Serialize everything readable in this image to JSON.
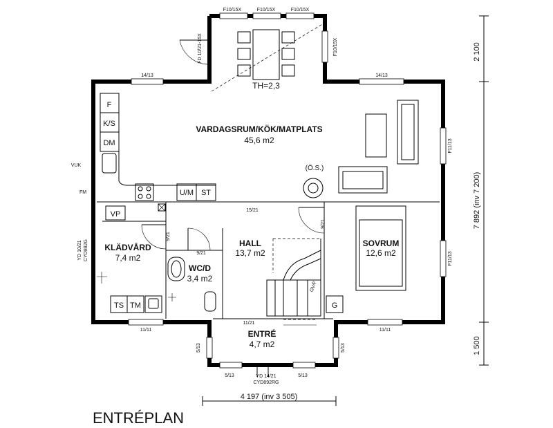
{
  "title": "ENTRÉPLAN",
  "rooms": {
    "living": {
      "name": "VARDAGSRUM/KÖK/MATPLATS",
      "area": "45,6 m2"
    },
    "hall": {
      "name": "HALL",
      "area": "13,7 m2"
    },
    "bedroom": {
      "name": "SOVRUM",
      "area": "12,6 m2"
    },
    "closet": {
      "name": "KLÄDVÅRD",
      "area": "7,4 m2"
    },
    "wc": {
      "name": "WC/D",
      "area": "3,4 m2"
    },
    "entry": {
      "name": "ENTRÉ",
      "area": "4,7 m2"
    }
  },
  "ceiling": "TH=2,3",
  "fixtures": {
    "f": "F",
    "ks": "K/S",
    "dm": "DM",
    "um": "U/M",
    "st": "ST",
    "vp": "VP",
    "ts": "TS",
    "tm": "TM",
    "g": "G",
    "os": "(Ö.S.)",
    "vuk": "VUK",
    "fm": "FM"
  },
  "windows": {
    "top1": "F10/15X",
    "top2": "F10/15X",
    "top3": "F10/15X",
    "left_upper": "14/13",
    "right_upper": "14/13",
    "right_mid1": "F11/13",
    "right_mid2": "F11/13",
    "bottom_left": "11/11",
    "bottom_right": "11/11",
    "entry_left_side": "5/13",
    "entry_right_side": "5/13",
    "entry_bottom_left": "5/13",
    "entry_bottom_right": "5/13",
    "bay_right": "F10/15X"
  },
  "doors": {
    "bay_door": "FD 10/21-15X",
    "living_hall": "15/21",
    "hall_closet": "9/21",
    "hall_wc": "9/21",
    "hall_bedroom": "9/21",
    "hall_entry": "11/21",
    "closet_door_1": "YD 10/21",
    "closet_door_2": "CYD892G",
    "front_door_1": "YD 14/21",
    "front_door_2": "CYD892RG",
    "stair_label": "GV/F"
  },
  "dimensions": {
    "width": "4 197 (inv 3 505)",
    "top": "2 100",
    "depth": "7 892 (inv 7 200)",
    "bottom": "1 500"
  },
  "colors": {
    "line": "#000000",
    "background": "#ffffff"
  }
}
